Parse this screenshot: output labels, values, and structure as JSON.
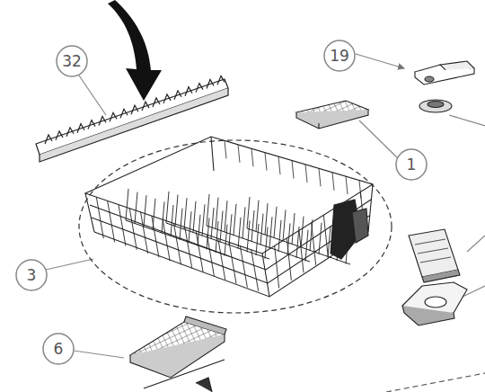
{
  "diagram": {
    "labels": [
      "32",
      "19",
      "1",
      "3",
      "6"
    ]
  }
}
